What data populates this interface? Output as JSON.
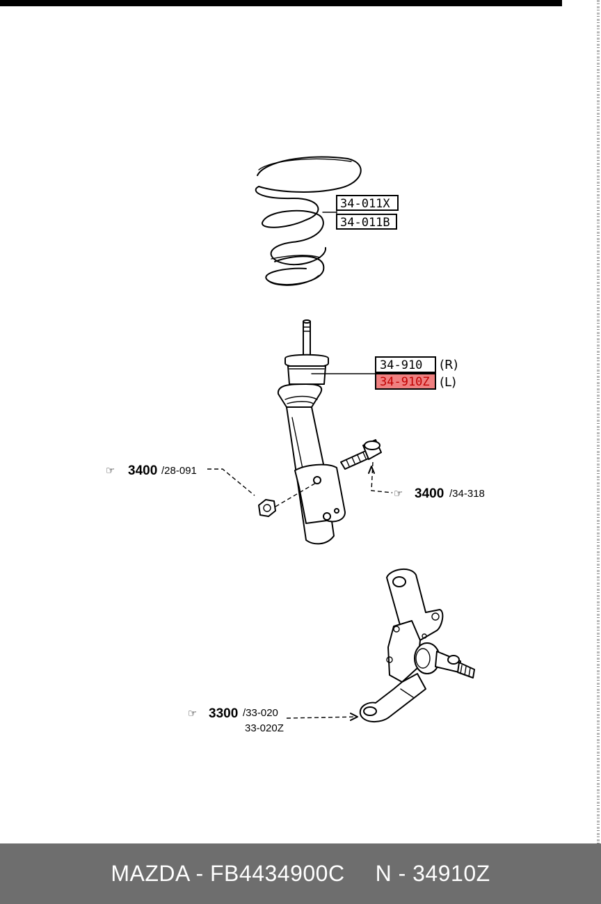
{
  "spring": {
    "codes": [
      "34-011X",
      "34-011B"
    ]
  },
  "strut": {
    "codes": [
      "34-910",
      "34-910Z"
    ],
    "sides": [
      "(R)",
      "(L)"
    ],
    "highlight_color": "#f08080"
  },
  "refs": {
    "nut": {
      "main": "3400",
      "sub": "/28-091"
    },
    "bolt": {
      "main": "3400",
      "sub": "/34-318"
    },
    "knuckle": {
      "main": "3300",
      "sub": "/33-020",
      "sub2": "33-020Z"
    },
    "pointer_icon": "pointing-hand-icon"
  },
  "footer": {
    "brand_part": "MAZDA - FB4434900C",
    "catalog_number": "N - 34910Z",
    "background_color": "#6e6e6e"
  }
}
